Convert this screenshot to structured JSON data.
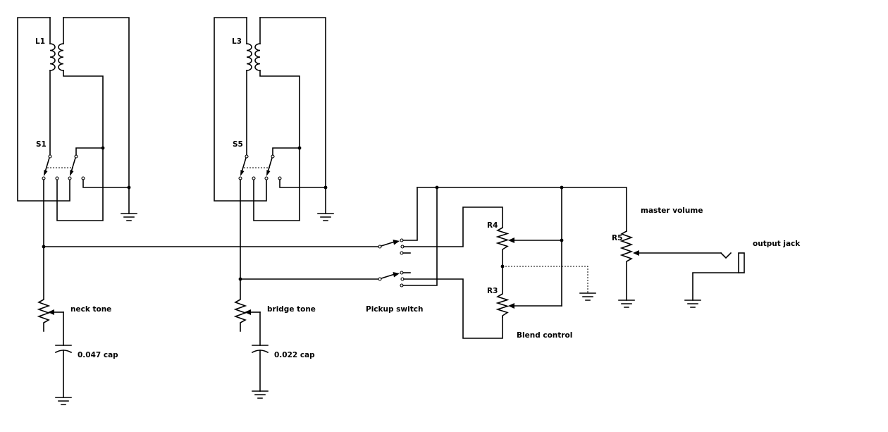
{
  "labels": {
    "l1": "L1",
    "s1": "S1",
    "l3": "L3",
    "s5": "S5",
    "neck_tone": "neck tone",
    "neck_cap": "0.047 cap",
    "bridge_tone": "bridge tone",
    "bridge_cap": "0.022 cap",
    "pickup_switch": "Pickup switch",
    "r4": "R4",
    "r3": "R3",
    "blend_control": "Blend control",
    "master_volume": "master volume",
    "r5": "R5",
    "output_jack": "output jack"
  }
}
